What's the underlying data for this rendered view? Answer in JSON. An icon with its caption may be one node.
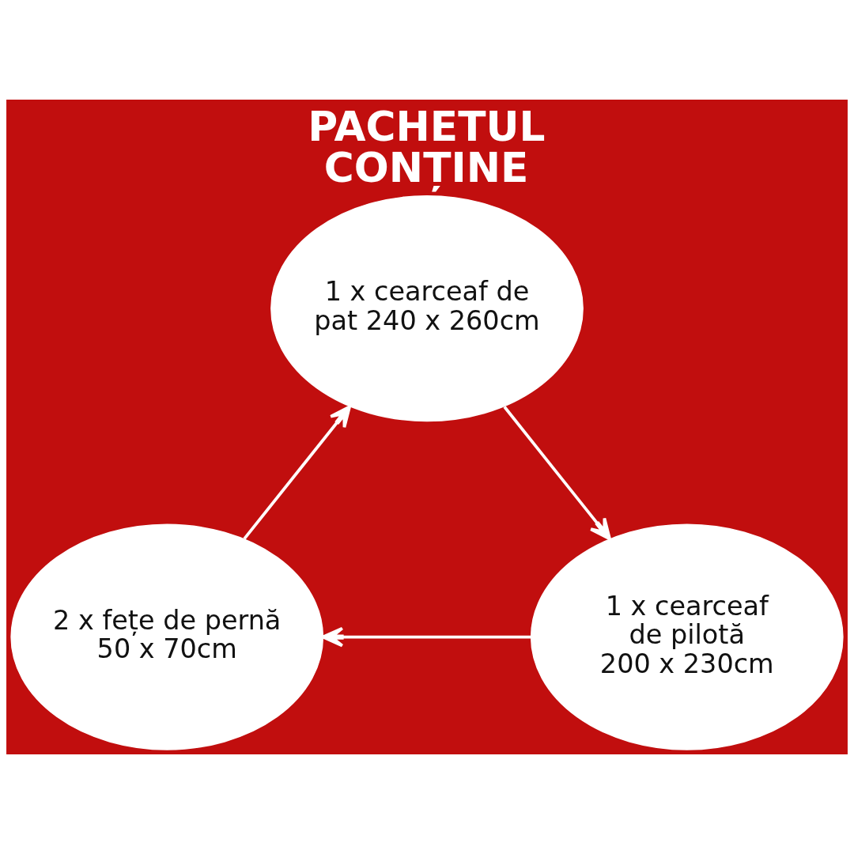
{
  "diagram": {
    "title": "PACHETUL CONȚINE",
    "nodes": [
      {
        "text": [
          "1 x cearceaf de pat 240 x 260cm"
        ]
      },
      {
        "text": [
          "2 x fețe de pernă 50 x 70cm"
        ]
      },
      {
        "text": [
          "1 x cearceaf de pilotă 200 x 230cm"
        ]
      }
    ],
    "edges": [
      {
        "from": 0,
        "to": 2,
        "arrow": "to"
      },
      {
        "from": 2,
        "to": 1,
        "arrow": "to"
      },
      {
        "from": 1,
        "to": 0,
        "arrow": "to"
      }
    ]
  }
}
